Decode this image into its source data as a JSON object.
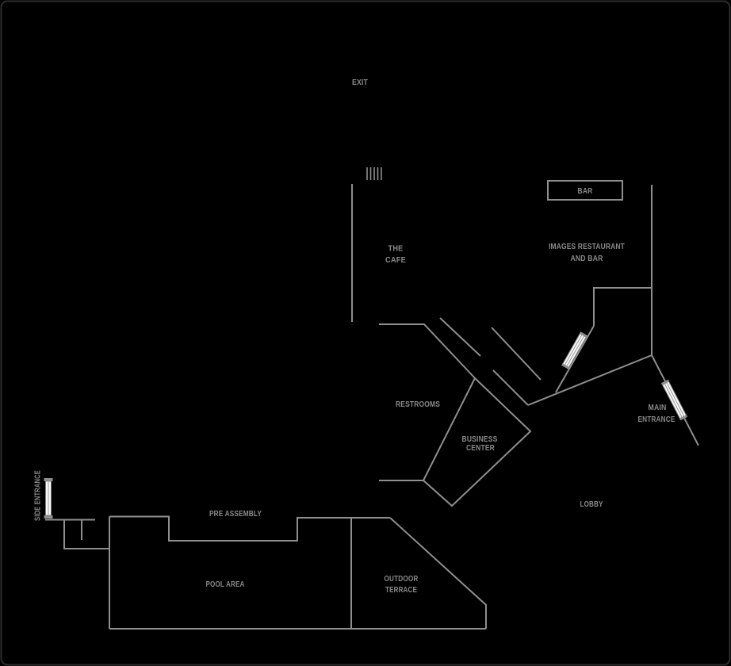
{
  "palette": {
    "background": "#000000",
    "frame": "#2d2d2d",
    "wall": "#8f8f8f",
    "label": "#8a8a8a",
    "door_fill": "#fafafa"
  },
  "plan": {
    "labels": {
      "exit": "EXIT",
      "cafe_line1": "THE",
      "cafe_line2": "CAFE",
      "bar": "BAR",
      "restaurant_line1": "IMAGES RESTAURANT",
      "restaurant_line2": "AND BAR",
      "restrooms": "RESTROOMS",
      "business_line1": "BUSINESS",
      "business_line2": "CENTER",
      "main_entrance_line1": "MAIN",
      "main_entrance_line2": "ENTRANCE",
      "lobby": "LOBBY",
      "side_entrance": "SIDE ENTRANCE",
      "pre_assembly": "PRE ASSEMBLY",
      "pool_area": "POOL AREA",
      "terrace_line1": "OUTDOOR",
      "terrace_line2": "TERRACE"
    },
    "features": {
      "stairs": "exit-stairs",
      "doors": [
        "side-entrance-door",
        "restaurant-door",
        "main-entrance-door"
      ]
    }
  }
}
